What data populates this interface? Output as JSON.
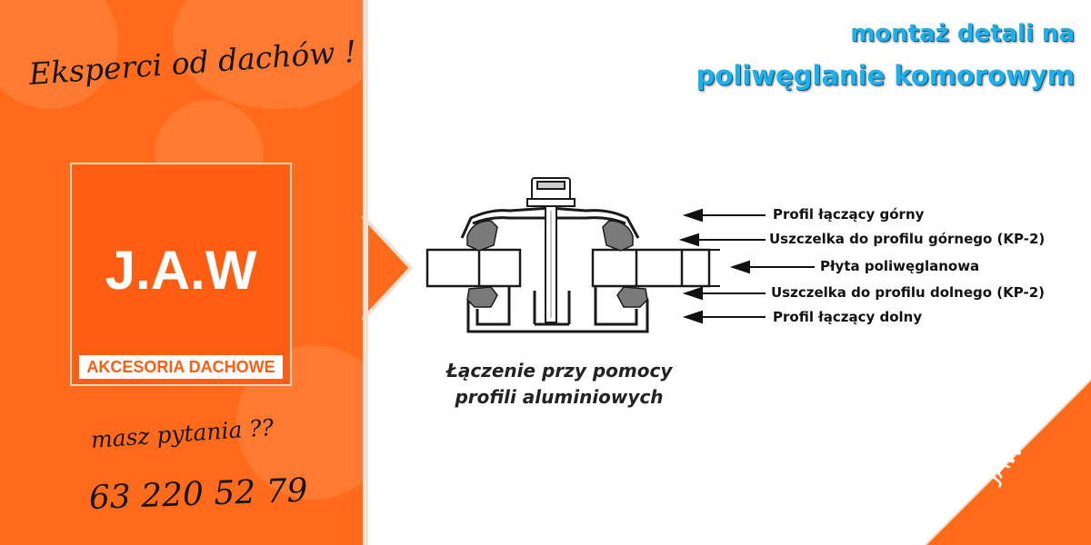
{
  "brand": {
    "tagline": "Eksperci od dachów !",
    "logo_name": "J.A.W",
    "logo_subtitle": "AKCESORIA DACHOWE",
    "question": "masz pytania ??",
    "phone": "63 220 52 79",
    "corner_mark": "JAW",
    "colors": {
      "panel": "#ff6b1a",
      "logo_box": "#ff5e12",
      "title": "#1eb0ea"
    }
  },
  "header": {
    "title_line1": "montaż detali na",
    "title_line2": "poliwęglanie komorowym"
  },
  "diagram": {
    "caption_line1": "Łączenie przy pomocy",
    "caption_line2": "profili aluminiowych",
    "labels": [
      "Profil łączący górny",
      "Uszczelka do profilu górnego (KP-2)",
      "Płyta poliwęglanowa",
      "Uszczelka do profilu dolnego (KP-2)",
      "Profil łączący dolny"
    ]
  }
}
